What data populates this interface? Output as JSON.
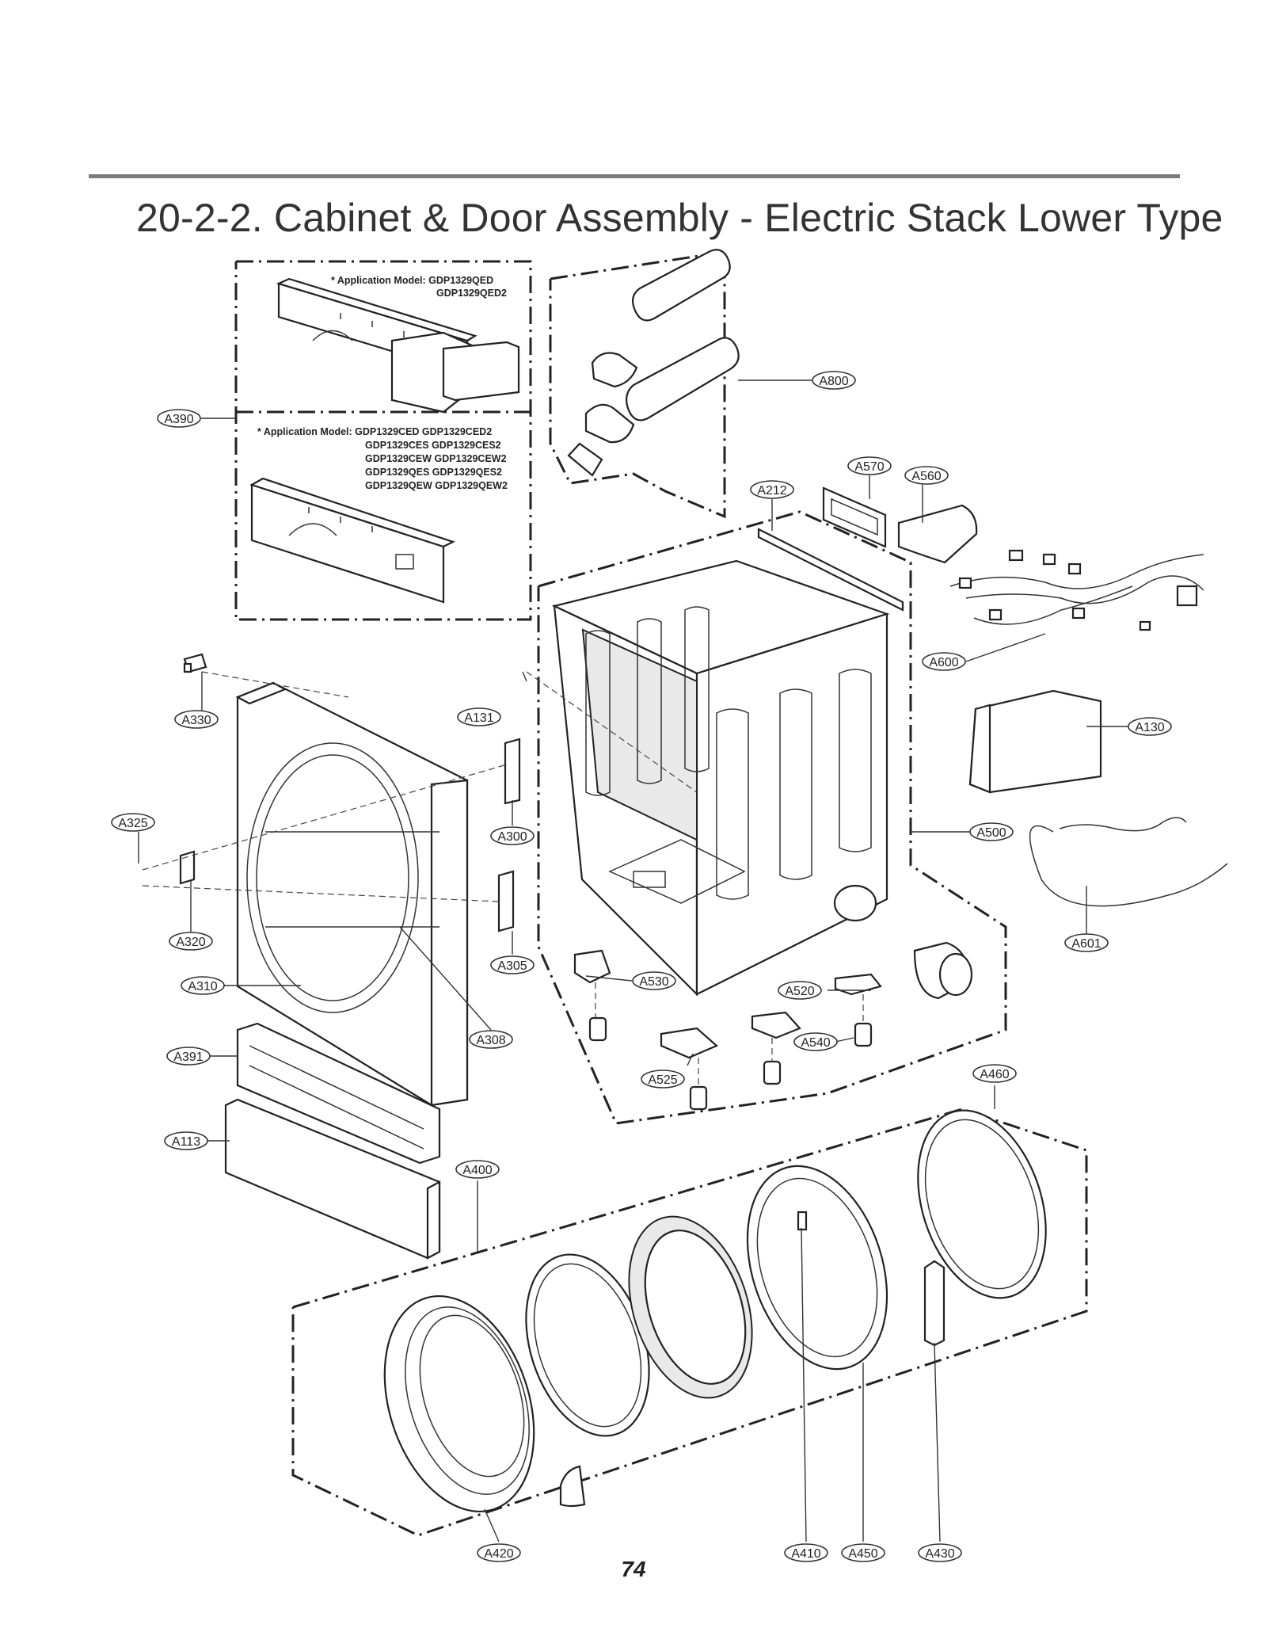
{
  "title": "20-2-2. Cabinet & Door Assembly - Electric Stack Lower Type",
  "page_number": "74",
  "notes": {
    "model_a_line1": "* Application Model: GDP1329QED",
    "model_a_line2": "GDP1329QED2",
    "model_b_line1": "* Application Model: GDP1329CED  GDP1329CED2",
    "model_b_line2": "GDP1329CES  GDP1329CES2",
    "model_b_line3": "GDP1329CEW  GDP1329CEW2",
    "model_b_line4": "GDP1329QES  GDP1329QES2",
    "model_b_line5": "GDP1329QEW  GDP1329QEW2"
  },
  "callouts": {
    "a390": "A390",
    "a800": "A800",
    "a570": "A570",
    "a560": "A560",
    "a212": "A212",
    "a600": "A600",
    "a330": "A330",
    "a131": "A131",
    "a130": "A130",
    "a325": "A325",
    "a300": "A300",
    "a500": "A500",
    "a601": "A601",
    "a320": "A320",
    "a305": "A305",
    "a310": "A310",
    "a530": "A530",
    "a520": "A520",
    "a308": "A308",
    "a540": "A540",
    "a391": "A391",
    "a525": "A525",
    "a460": "A460",
    "a113": "A113",
    "a400": "A400",
    "a420": "A420",
    "a410": "A410",
    "a450": "A450",
    "a430": "A430"
  }
}
